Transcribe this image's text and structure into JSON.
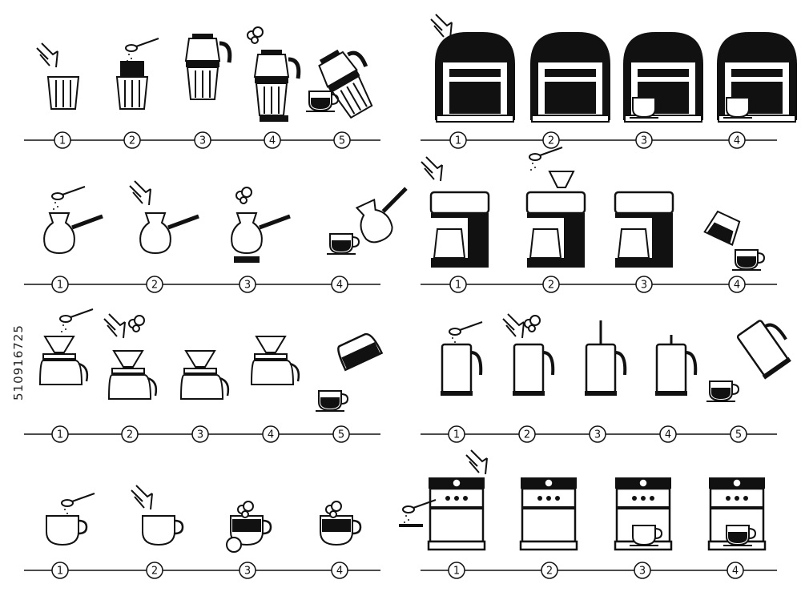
{
  "image_id_text": "510916725",
  "colors": {
    "ink": "#111111",
    "paper": "#ffffff"
  },
  "panels": [
    {
      "name": "moka-pot",
      "steps": [
        "1",
        "2",
        "3",
        "4",
        "5"
      ]
    },
    {
      "name": "capsule-machine",
      "steps": [
        "1",
        "2",
        "3",
        "4"
      ]
    },
    {
      "name": "turkish-cezve",
      "steps": [
        "1",
        "2",
        "3",
        "4"
      ]
    },
    {
      "name": "drip-coffee-maker",
      "steps": [
        "1",
        "2",
        "3",
        "4"
      ]
    },
    {
      "name": "pour-over",
      "steps": [
        "1",
        "2",
        "3",
        "4",
        "5"
      ]
    },
    {
      "name": "french-press",
      "steps": [
        "1",
        "2",
        "3",
        "4",
        "5"
      ]
    },
    {
      "name": "instant-coffee",
      "steps": [
        "1",
        "2",
        "3",
        "4"
      ]
    },
    {
      "name": "espresso-machine",
      "steps": [
        "1",
        "2",
        "3",
        "4"
      ]
    }
  ]
}
